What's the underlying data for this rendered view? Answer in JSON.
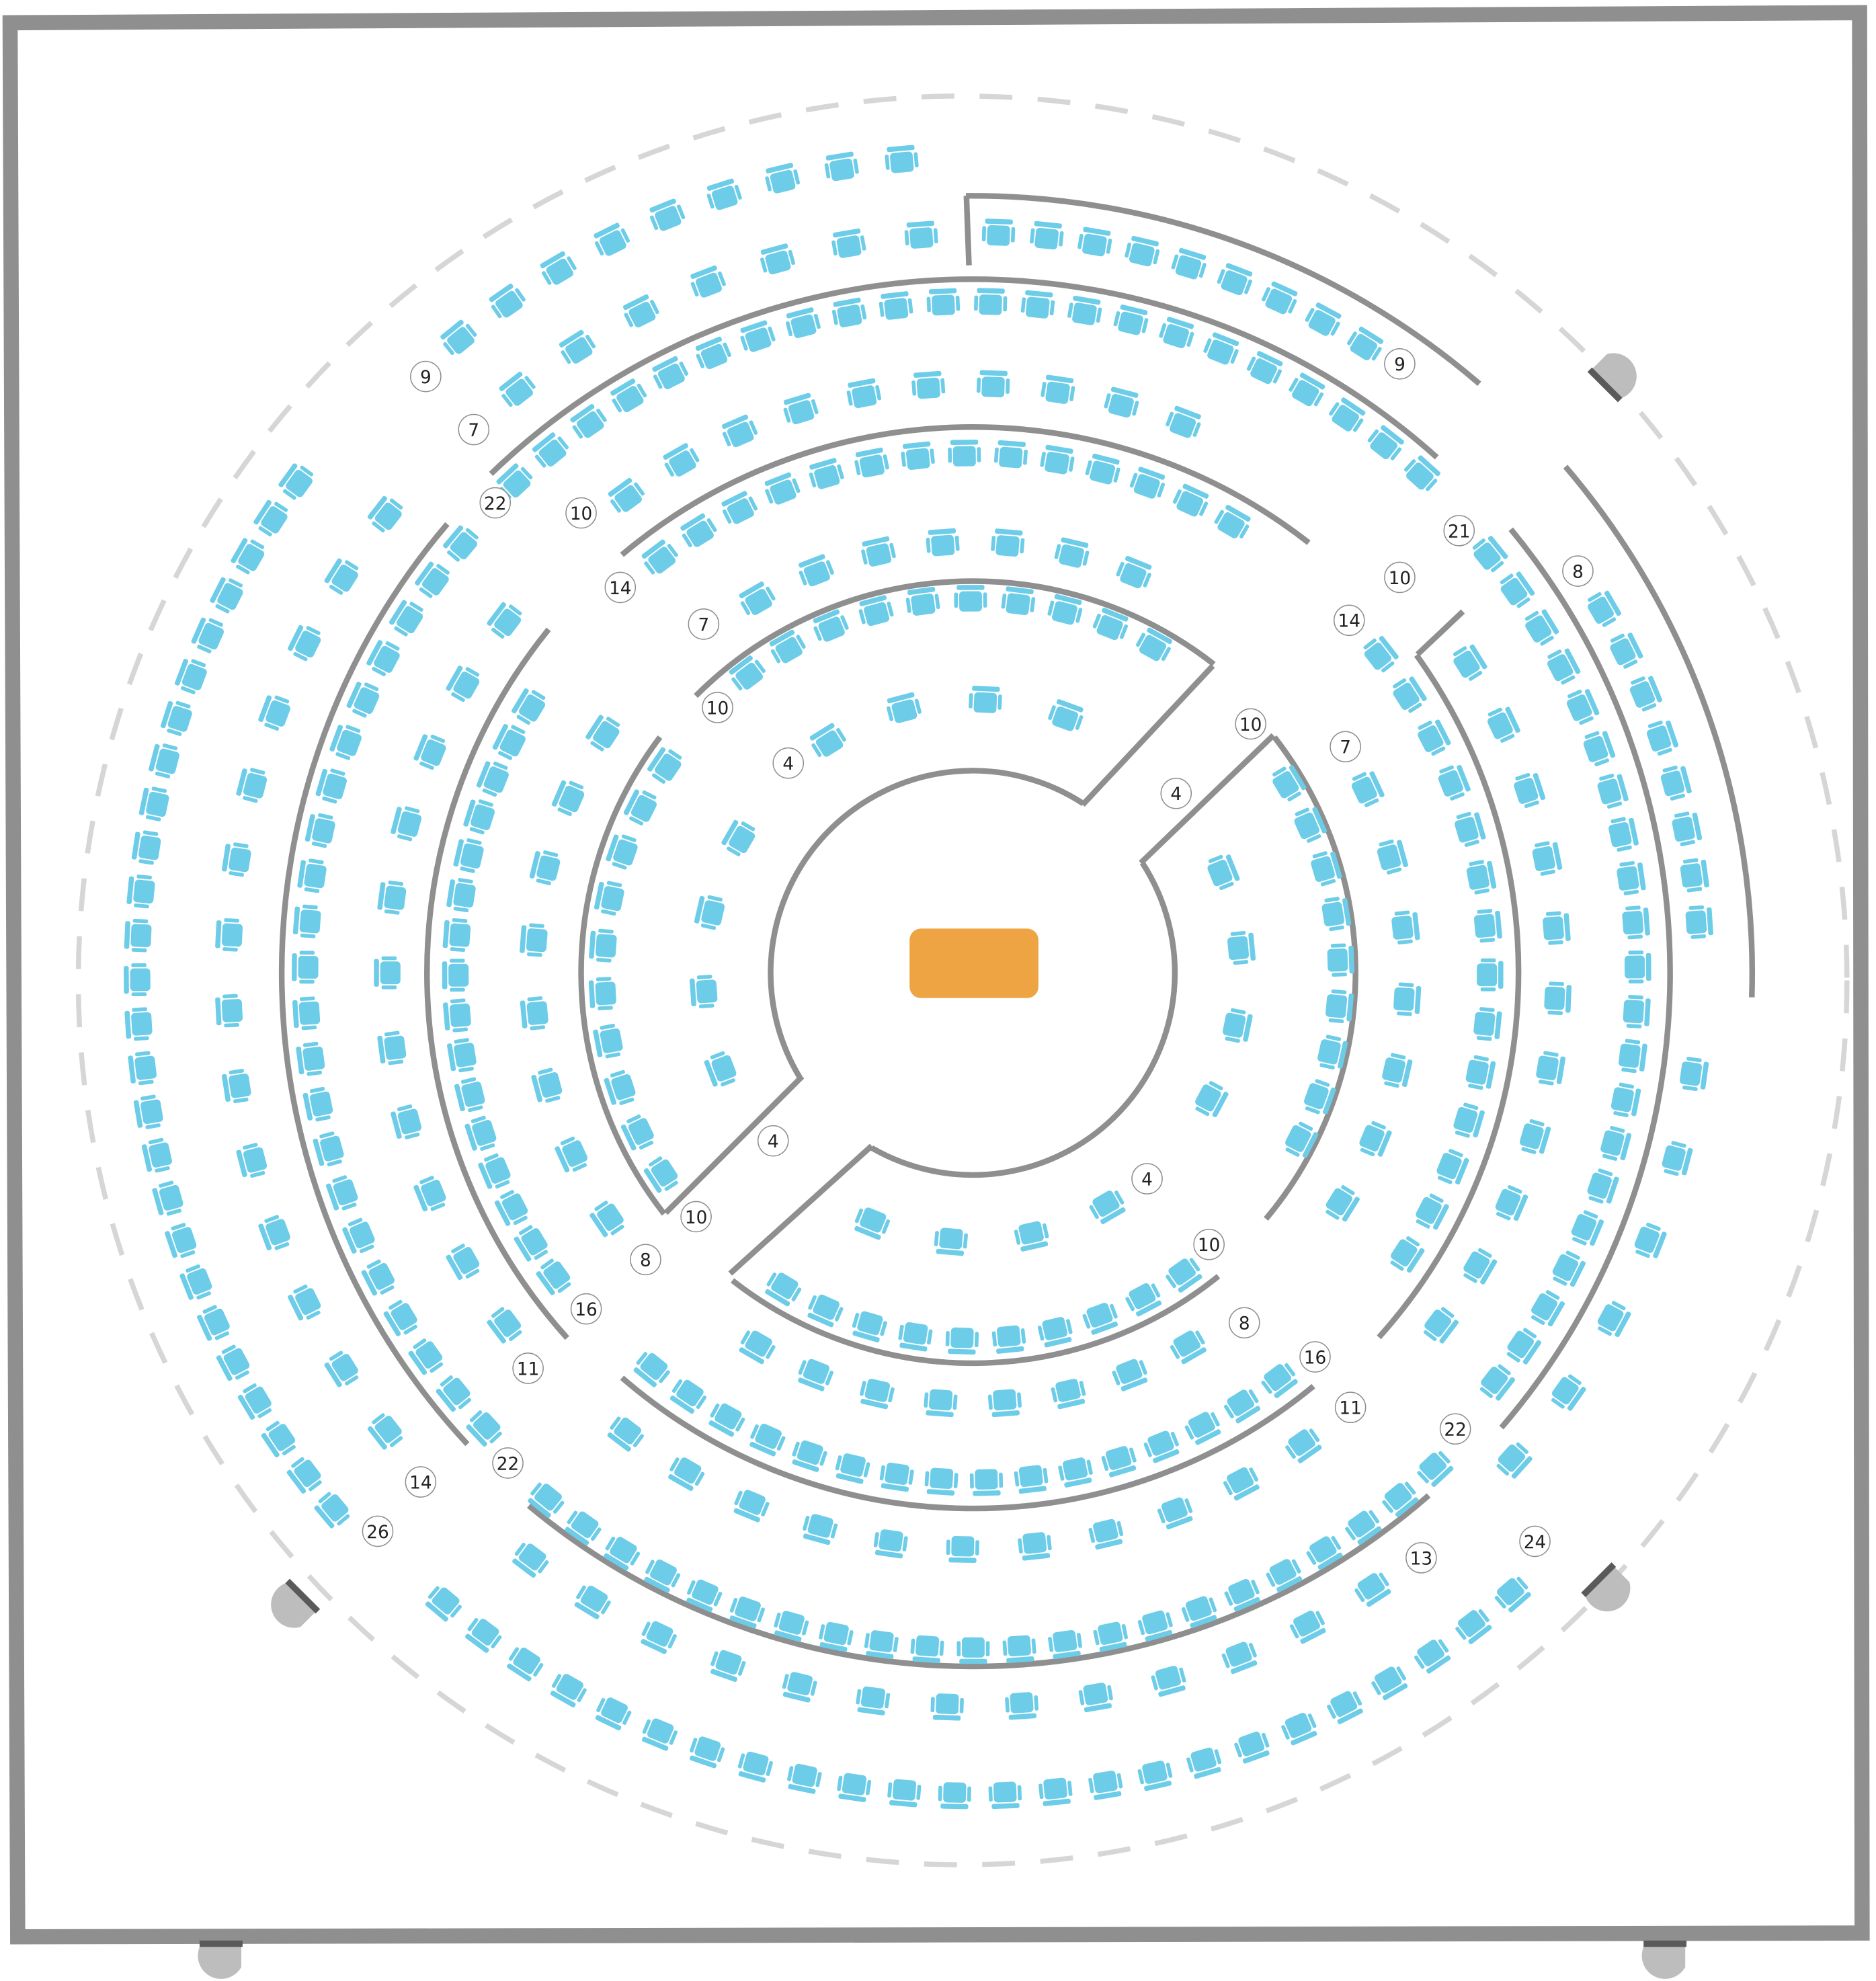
{
  "title": "Seating plan",
  "colors": {
    "seat": "#6DCDE8",
    "stage": "#EEA443",
    "wall": "#8F8F8F",
    "boundary_dashed": "#D6D6D6",
    "door": "#BDBDBD",
    "door_frame": "#5A5A5A"
  },
  "stage": {
    "label": ""
  },
  "row_labels": [
    "9",
    "7",
    "22",
    "10",
    "14",
    "7",
    "10",
    "4",
    "4",
    "10",
    "7",
    "14",
    "10",
    "21",
    "8",
    "9",
    "4",
    "10",
    "8",
    "16",
    "11",
    "22",
    "14",
    "26",
    "4",
    "10",
    "8",
    "16",
    "11",
    "22",
    "13",
    "24"
  ],
  "seat_groups": [
    {
      "seats": 4
    },
    {
      "seats": 4
    },
    {
      "seats": 4
    },
    {
      "seats": 4
    },
    {
      "seats": 10
    },
    {
      "seats": 9
    },
    {
      "seats": 10
    },
    {
      "seats": 10
    },
    {
      "seats": 7
    },
    {
      "seats": 7
    },
    {
      "seats": 8
    },
    {
      "seats": 8
    },
    {
      "seats": 14
    },
    {
      "seats": 14
    },
    {
      "seats": 16
    },
    {
      "seats": 16
    },
    {
      "seats": 10
    },
    {
      "seats": 11
    },
    {
      "seats": 11
    },
    {
      "seats": 11
    },
    {
      "seats": 22
    },
    {
      "seats": 21
    },
    {
      "seats": 22
    },
    {
      "seats": 22
    },
    {
      "seats": 7
    },
    {
      "seats": 9
    },
    {
      "seats": 9
    },
    {
      "seats": 8
    },
    {
      "seats": 6
    },
    {
      "seats": 13
    },
    {
      "seats": 14
    },
    {
      "seats": 24
    },
    {
      "seats": 26
    }
  ],
  "doors": 5
}
